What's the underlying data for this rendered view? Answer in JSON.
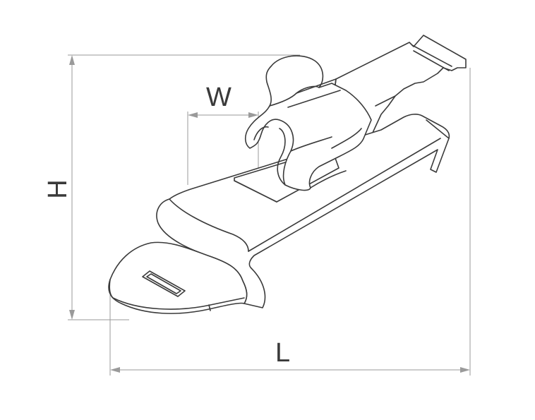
{
  "dimensions": {
    "width_label": "W",
    "height_label": "H",
    "length_label": "L"
  }
}
